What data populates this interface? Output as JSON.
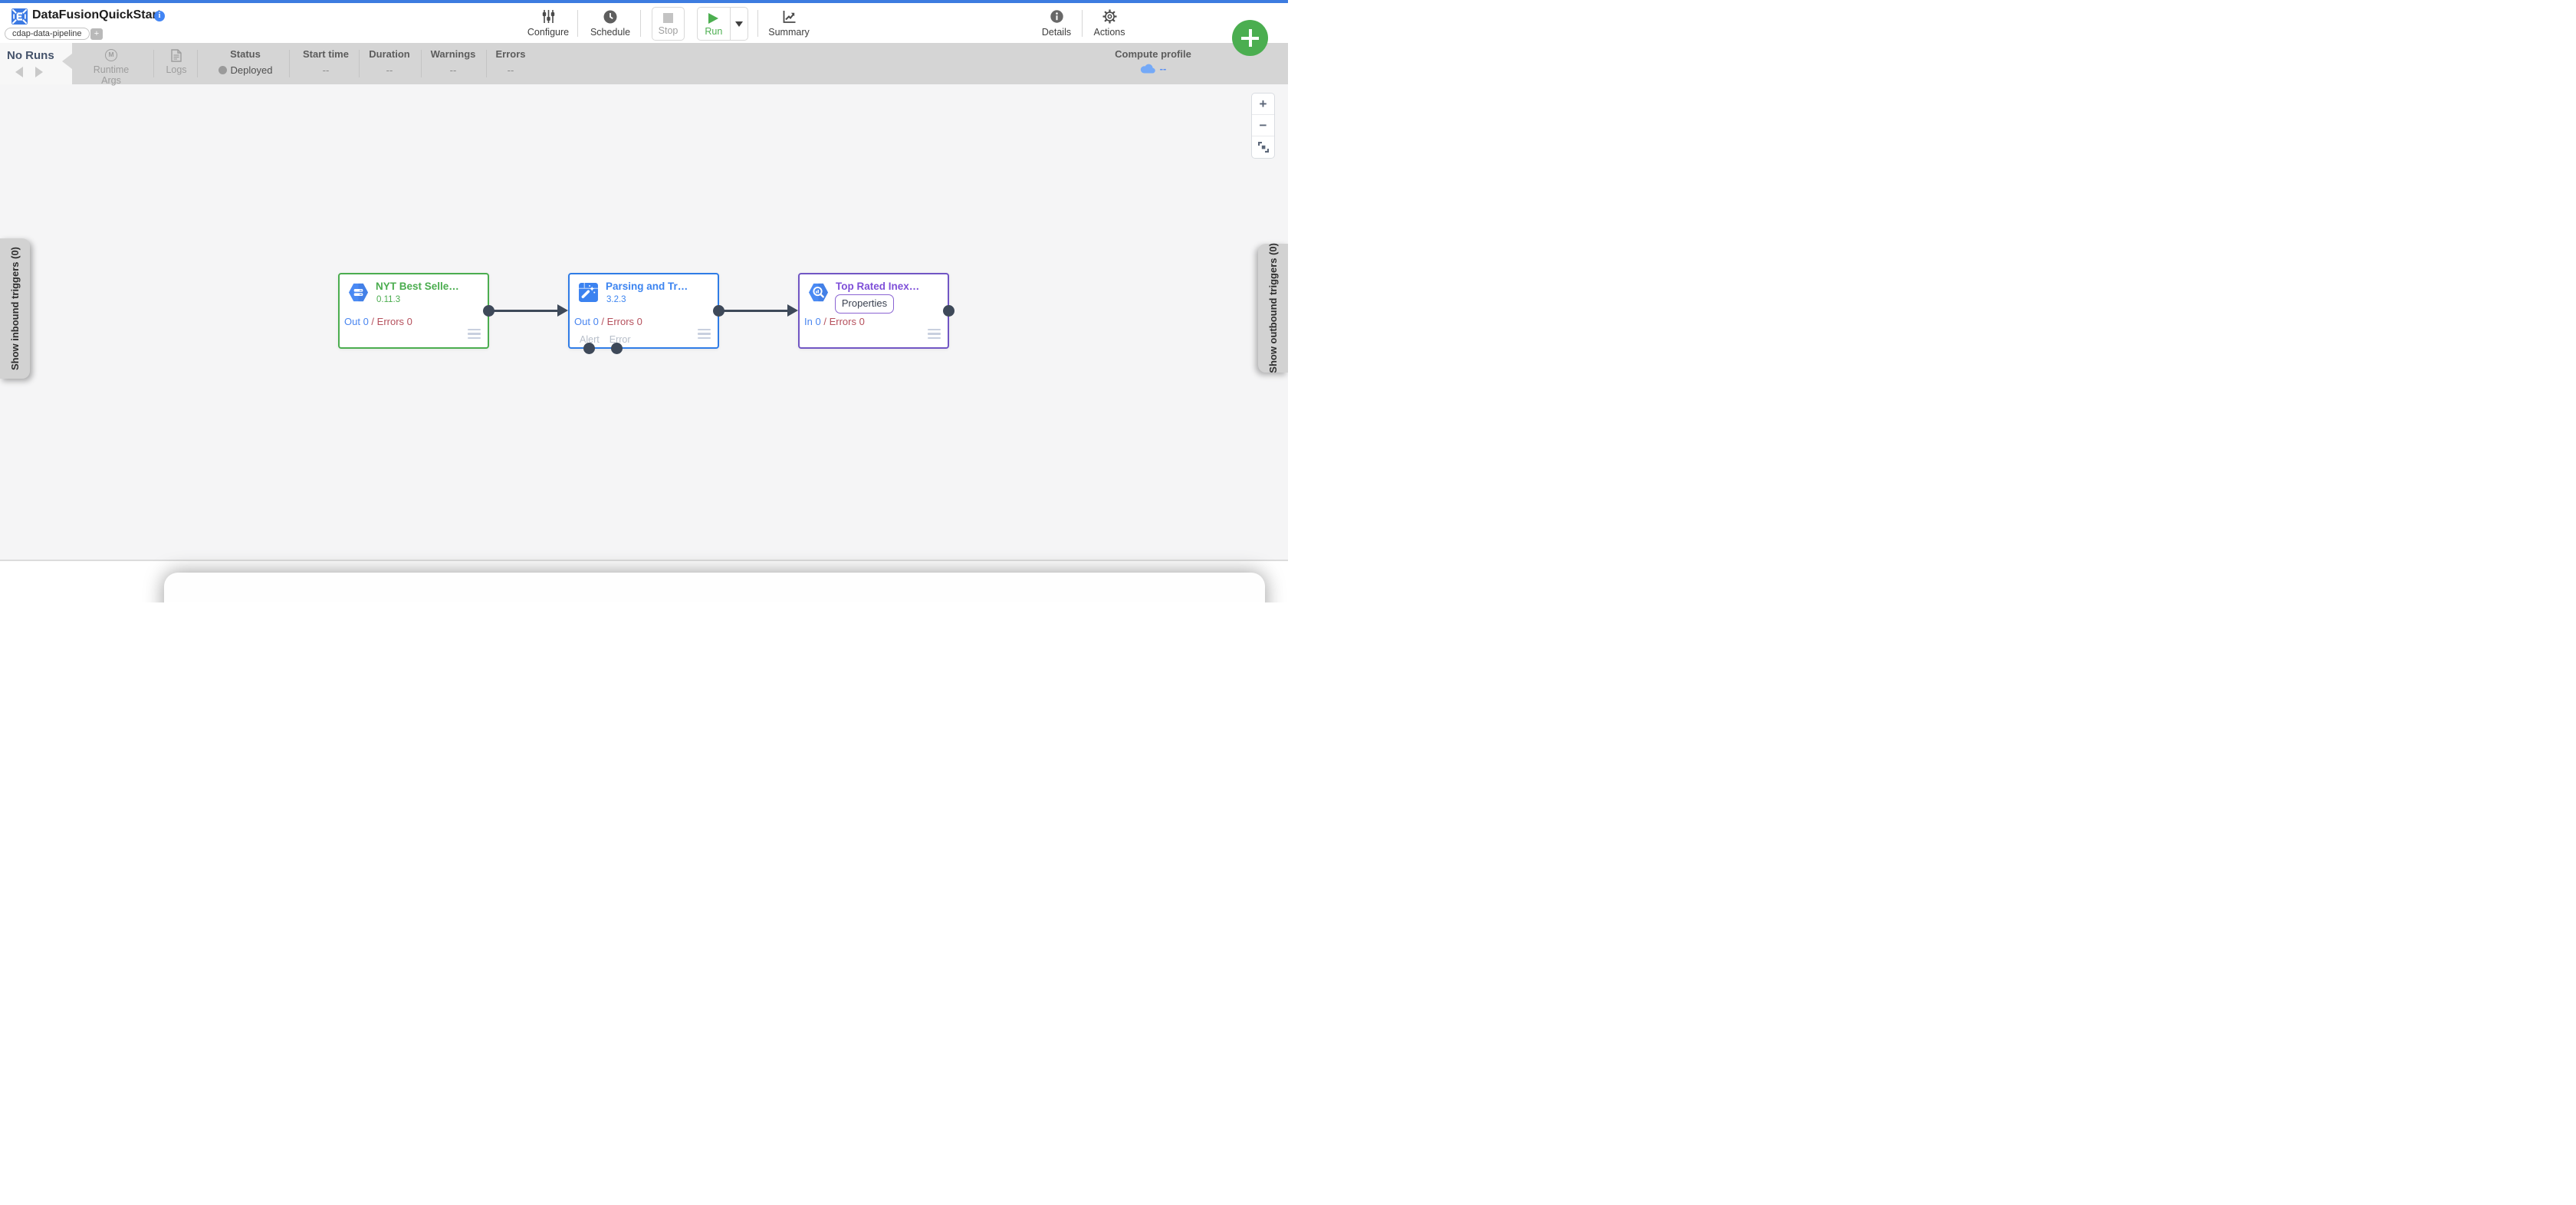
{
  "header": {
    "title": "DataFusionQuickStart",
    "tag": "cdap-data-pipeline",
    "add_tag": "+",
    "toolbar": {
      "configure": "Configure",
      "schedule": "Schedule",
      "stop": "Stop",
      "run": "Run",
      "summary": "Summary",
      "details": "Details",
      "actions": "Actions"
    }
  },
  "run_bar": {
    "current_run": "No Runs",
    "runtime_args": "Runtime Args",
    "logs": "Logs",
    "status_label": "Status",
    "status_value": "Deployed",
    "start_time_label": "Start time",
    "start_time_value": "--",
    "duration_label": "Duration",
    "duration_value": "--",
    "warnings_label": "Warnings",
    "warnings_value": "--",
    "errors_label": "Errors",
    "errors_value": "--",
    "compute_profile_label": "Compute profile",
    "compute_profile_value": "--"
  },
  "triggers": {
    "inbound": "Show inbound triggers (0)",
    "outbound": "Show outbound triggers (0)"
  },
  "zoom_controls": {
    "zoom_in": "+",
    "zoom_out": "−"
  },
  "nodes": [
    {
      "title": "NYT Best Selle…",
      "version": "0.11.3",
      "out_label": "Out 0",
      "separator": "/",
      "errors_label": "Errors 0",
      "icon": "cloud-storage-hexagon-icon",
      "accent": "#4bad4f"
    },
    {
      "title": "Parsing and Tr…",
      "version": "3.2.3",
      "out_label": "Out 0",
      "separator": "/",
      "errors_label": "Errors 0",
      "alert_port": "Alert",
      "error_port": "Error",
      "icon": "wrangler-wand-icon",
      "accent": "#2f7ce6"
    },
    {
      "title": "Top Rated Inex…",
      "properties_button": "Properties",
      "in_label": "In 0",
      "separator": "/",
      "errors_label": "Errors 0",
      "icon": "bigquery-magnifier-hexagon-icon",
      "accent": "#7156c4"
    }
  ],
  "colors": {
    "top_strip": "#3d7ce0",
    "fab_green": "#4bae50",
    "run_green": "#4caf50",
    "bar_grey": "#d5d5d5",
    "canvas_grey": "#f5f5f6",
    "metrics_blue": "#4a86f0",
    "metrics_red": "#b5505c",
    "port_slate": "#3e4959"
  }
}
